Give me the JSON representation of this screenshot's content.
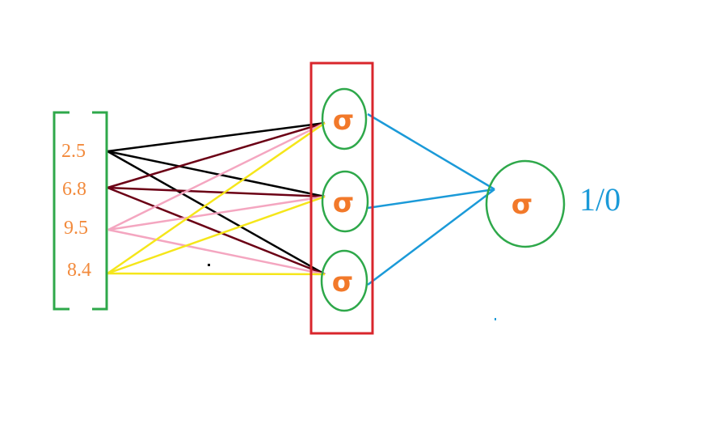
{
  "inputs": [
    "2.5",
    "6.8",
    "9.5",
    "8.4"
  ],
  "hidden_nodes": [
    "σ",
    "σ",
    "σ"
  ],
  "output_node": "σ",
  "output_label": "1/0",
  "colors": {
    "input_text": "#f28a3c",
    "sigma_text": "#f2792a",
    "bracket": "#2ea84a",
    "node_circle": "#2ea84a",
    "hidden_box": "#d9262c",
    "output_edges": "#1b9ad8",
    "input_edge_colors": [
      "#000000",
      "#6b0015",
      "#f4a6c0",
      "#f5e61a"
    ]
  }
}
